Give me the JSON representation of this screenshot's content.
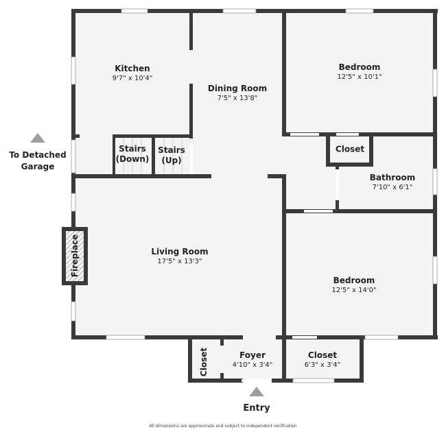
{
  "colors": {
    "wall": "#3a3a3a",
    "floor": "#f4f4f4",
    "window": "#ffffff",
    "marker": "#9e9e9e",
    "text": "#222222"
  },
  "rooms": {
    "kitchen": {
      "name": "Kitchen",
      "dims": "9'7\" x 10'4\""
    },
    "dining": {
      "name": "Dining Room",
      "dims": "7'5\" x 13'8\""
    },
    "bedroom1": {
      "name": "Bedroom",
      "dims": "12'5\" x 10'1\""
    },
    "closet_hall": {
      "name": "Closet"
    },
    "bathroom": {
      "name": "Bathroom",
      "dims": "7'10\" x 6'1\""
    },
    "stairs_down": {
      "name": "Stairs",
      "sub": "(Down)"
    },
    "stairs_up": {
      "name": "Stairs",
      "sub": "(Up)"
    },
    "living": {
      "name": "Living Room",
      "dims": "17'5\" x 13'3\""
    },
    "fireplace": {
      "name": "Fireplace"
    },
    "bedroom2": {
      "name": "Bedroom",
      "dims": "12'5\" x 14'0\""
    },
    "closet_foyer": {
      "name": "Closet"
    },
    "foyer": {
      "name": "Foyer",
      "dims": "4'10\" x 3'4\""
    },
    "closet_front": {
      "name": "Closet",
      "dims": "6'3\" x 3'4\""
    }
  },
  "markers": {
    "garage": {
      "line1": "To Detached",
      "line2": "Garage"
    },
    "entry": {
      "label": "Entry"
    }
  },
  "footer": {
    "text": "All dimensions are approximate and subject to independent verification"
  }
}
